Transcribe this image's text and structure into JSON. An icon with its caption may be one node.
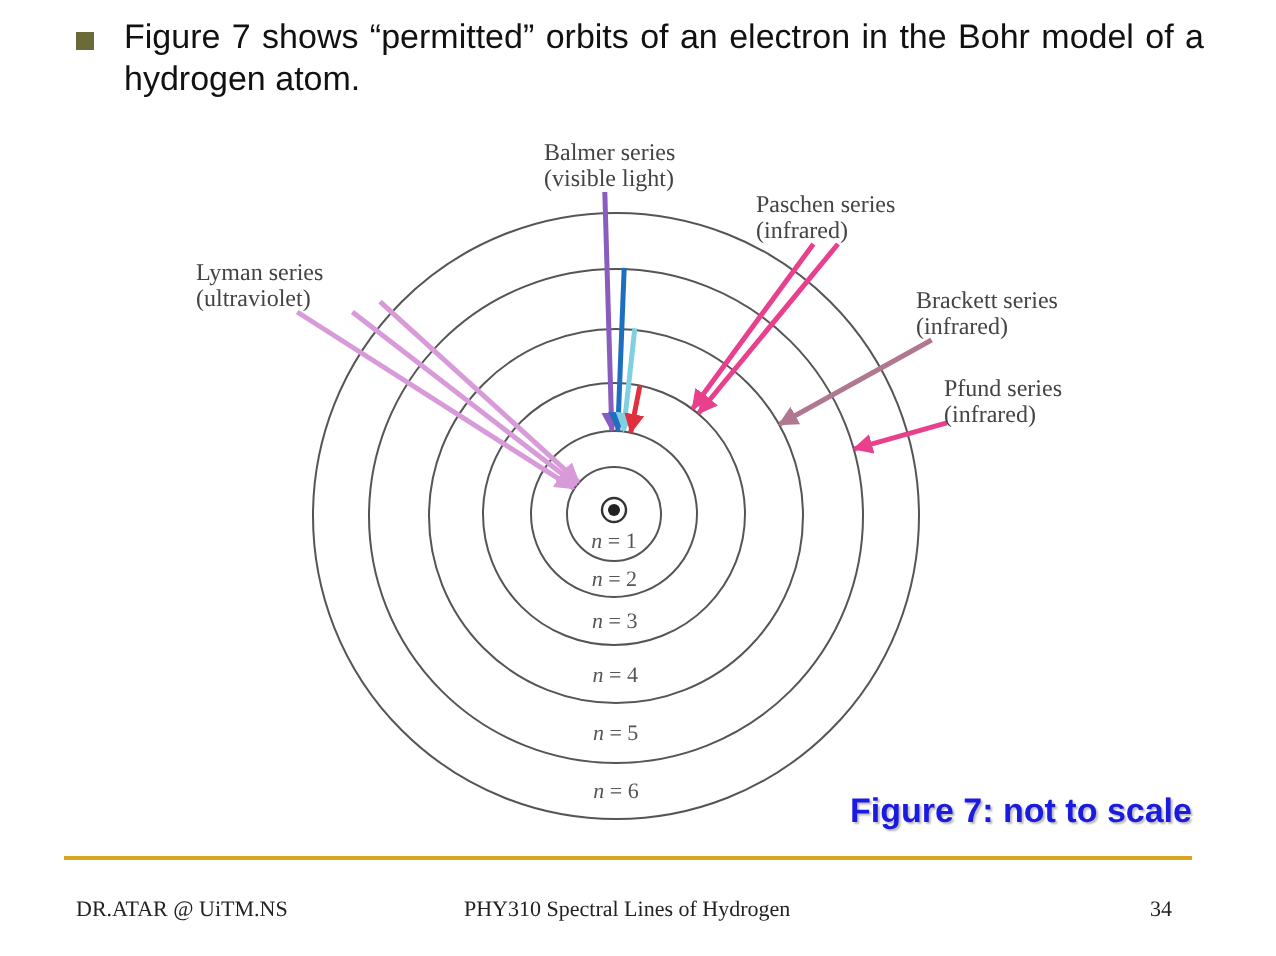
{
  "diagram": {
    "title": "Figure 7 shows “permitted” orbits of an electron in the Bohr model of a hydrogen atom.",
    "caption": "Figure 7: not to scale",
    "nodes": [
      {
        "text": [
          "*n* = 6"
        ]
      },
      {
        "text": [
          "*n* = 5"
        ],
        "in": 0
      },
      {
        "text": [
          "*n* = 4"
        ],
        "in": 1
      },
      {
        "text": [
          "*n* = 3"
        ],
        "in": 2
      },
      {
        "text": [
          "*n* = 2"
        ],
        "in": 3
      },
      {
        "text": [
          "*n* = 1"
        ],
        "in": 4
      },
      {
        "text": [
          "Balmer series (visible light)"
        ]
      },
      {
        "text": [
          "Paschen series (infrared)"
        ]
      },
      {
        "text": [
          "Brackett series (infrared)"
        ]
      },
      {
        "text": [
          "Lyman series (ultraviolet)"
        ]
      },
      {
        "text": [
          "Pfund series (infrared)"
        ]
      }
    ],
    "edges": [
      {
        "from": 9,
        "to": 5,
        "arrow": "to",
        "color": "#d89ad8"
      },
      {
        "from": 9,
        "to": 5,
        "arrow": "to",
        "color": "#d89ad8"
      },
      {
        "from": 9,
        "to": 5,
        "arrow": "to",
        "color": "#d89ad8"
      },
      {
        "from": 6,
        "to": 4,
        "arrow": "to",
        "color": "#8a5cc0"
      },
      {
        "from": 1,
        "to": 4,
        "arrow": "to",
        "color": "#1f6fc0"
      },
      {
        "from": 2,
        "to": 4,
        "arrow": "to",
        "color": "#7fd0e0"
      },
      {
        "from": 3,
        "to": 4,
        "arrow": "to",
        "color": "#e03040"
      },
      {
        "from": 7,
        "to": 3,
        "arrow": "to",
        "color": "#e8408c"
      },
      {
        "from": 7,
        "to": 3,
        "arrow": "to",
        "color": "#e8408c"
      },
      {
        "from": 8,
        "to": 2,
        "arrow": "to",
        "color": "#b07890"
      },
      {
        "from": 10,
        "to": 1,
        "arrow": "to",
        "color": "#e8408c"
      }
    ],
    "labels": [
      "DR.ATAR @ UiTM.NS",
      "PHY310 Spectral Lines of Hydrogen",
      "34"
    ]
  }
}
